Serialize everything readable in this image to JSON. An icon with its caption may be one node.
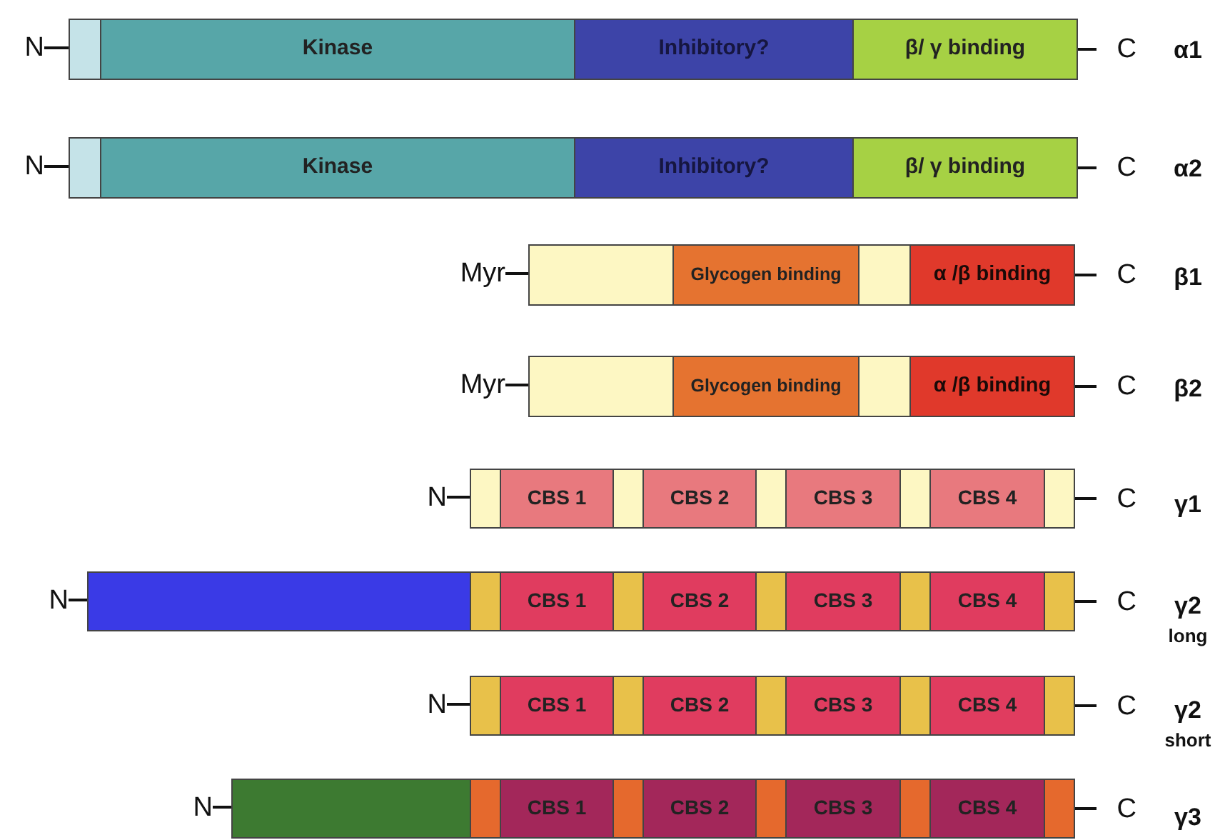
{
  "diagram": {
    "nodes": [
      {
        "text": [
          "N"
        ]
      },
      {
        "text": [],
        "shape": "box"
      },
      {
        "text": [
          "Kinase"
        ]
      },
      {
        "text": [
          "Inhibitory?"
        ]
      },
      {
        "text": [
          "β/ γ binding"
        ]
      },
      {
        "text": [
          "C"
        ]
      },
      {
        "text": [
          "N"
        ]
      },
      {
        "text": [],
        "shape": "box"
      },
      {
        "text": [
          "Kinase"
        ]
      },
      {
        "text": [
          "Inhibitory?"
        ]
      },
      {
        "text": [
          "β/ γ binding"
        ]
      },
      {
        "text": [
          "C"
        ]
      },
      {
        "text": [
          "Myr"
        ]
      },
      {
        "text": [],
        "shape": "box"
      },
      {
        "text": [
          "Glycogen binding"
        ]
      },
      {
        "text": [],
        "shape": "box"
      },
      {
        "text": [
          "α /β binding"
        ]
      },
      {
        "text": [
          "C"
        ]
      },
      {
        "text": [
          "Myr"
        ]
      },
      {
        "text": [],
        "shape": "box"
      },
      {
        "text": [
          "Glycogen binding"
        ]
      },
      {
        "text": [],
        "shape": "box"
      },
      {
        "text": [
          "α /β binding"
        ]
      },
      {
        "text": [
          "C"
        ]
      },
      {
        "text": [
          "N"
        ]
      },
      {
        "text": [],
        "shape": "box"
      },
      {
        "text": [
          "CBS 1"
        ]
      },
      {
        "text": [],
        "shape": "box"
      },
      {
        "text": [
          "CBS 2"
        ]
      },
      {
        "text": [],
        "shape": "box"
      },
      {
        "text": [
          "CBS 3"
        ]
      },
      {
        "text": [],
        "shape": "box"
      },
      {
        "text": [
          "CBS 4"
        ]
      },
      {
        "text": [],
        "shape": "box"
      },
      {
        "text": [
          "C"
        ]
      },
      {
        "text": [
          "N"
        ]
      },
      {
        "text": [],
        "shape": "box"
      },
      {
        "text": [],
        "shape": "box"
      },
      {
        "text": [
          "CBS 1"
        ]
      },
      {
        "text": [],
        "shape": "box"
      },
      {
        "text": [
          "CBS 2"
        ]
      },
      {
        "text": [],
        "shape": "box"
      },
      {
        "text": [
          "CBS 3"
        ]
      },
      {
        "text": [],
        "shape": "box"
      },
      {
        "text": [
          "CBS 4"
        ]
      },
      {
        "text": [],
        "shape": "box"
      },
      {
        "text": [
          "C"
        ]
      },
      {
        "text": [
          "N"
        ]
      },
      {
        "text": [],
        "shape": "box"
      },
      {
        "text": [
          "CBS 1"
        ]
      },
      {
        "text": [],
        "shape": "box"
      },
      {
        "text": [
          "CBS 2"
        ]
      },
      {
        "text": [],
        "shape": "box"
      },
      {
        "text": [
          "CBS 3"
        ]
      },
      {
        "text": [],
        "shape": "box"
      },
      {
        "text": [
          "CBS 4"
        ]
      },
      {
        "text": [],
        "shape": "box"
      },
      {
        "text": [
          "C"
        ]
      },
      {
        "text": [
          "N"
        ]
      },
      {
        "text": [],
        "shape": "box"
      },
      {
        "text": [],
        "shape": "box"
      },
      {
        "text": [
          "CBS 1"
        ]
      },
      {
        "text": [],
        "shape": "box"
      },
      {
        "text": [
          "CBS 2"
        ]
      },
      {
        "text": [],
        "shape": "box"
      },
      {
        "text": [
          "CBS 3"
        ]
      },
      {
        "text": [],
        "shape": "box"
      },
      {
        "text": [
          "CBS 4"
        ]
      },
      {
        "text": [],
        "shape": "box"
      },
      {
        "text": [
          "C"
        ]
      }
    ],
    "edges": [
      {
        "from": 0,
        "to": 1,
        "arrow": "none"
      },
      {
        "from": 4,
        "to": 5,
        "arrow": "none"
      },
      {
        "from": 6,
        "to": 7,
        "arrow": "none"
      },
      {
        "from": 10,
        "to": 11,
        "arrow": "none"
      },
      {
        "from": 12,
        "to": 13,
        "arrow": "none"
      },
      {
        "from": 16,
        "to": 17,
        "arrow": "none"
      },
      {
        "from": 18,
        "to": 19,
        "arrow": "none"
      },
      {
        "from": 22,
        "to": 23,
        "arrow": "none"
      },
      {
        "from": 24,
        "to": 25,
        "arrow": "none"
      },
      {
        "from": 33,
        "to": 34,
        "arrow": "none"
      },
      {
        "from": 35,
        "to": 36,
        "arrow": "none"
      },
      {
        "from": 45,
        "to": 46,
        "arrow": "none"
      },
      {
        "from": 47,
        "to": 48,
        "arrow": "none"
      },
      {
        "from": 56,
        "to": 57,
        "arrow": "none"
      },
      {
        "from": 58,
        "to": 59,
        "arrow": "none"
      },
      {
        "from": 68,
        "to": 69,
        "arrow": "none"
      }
    ],
    "labels": [
      "α1",
      "α2",
      "β1",
      "β2",
      "γ1",
      "γ2",
      "long",
      "γ2",
      "short",
      "γ3"
    ]
  }
}
